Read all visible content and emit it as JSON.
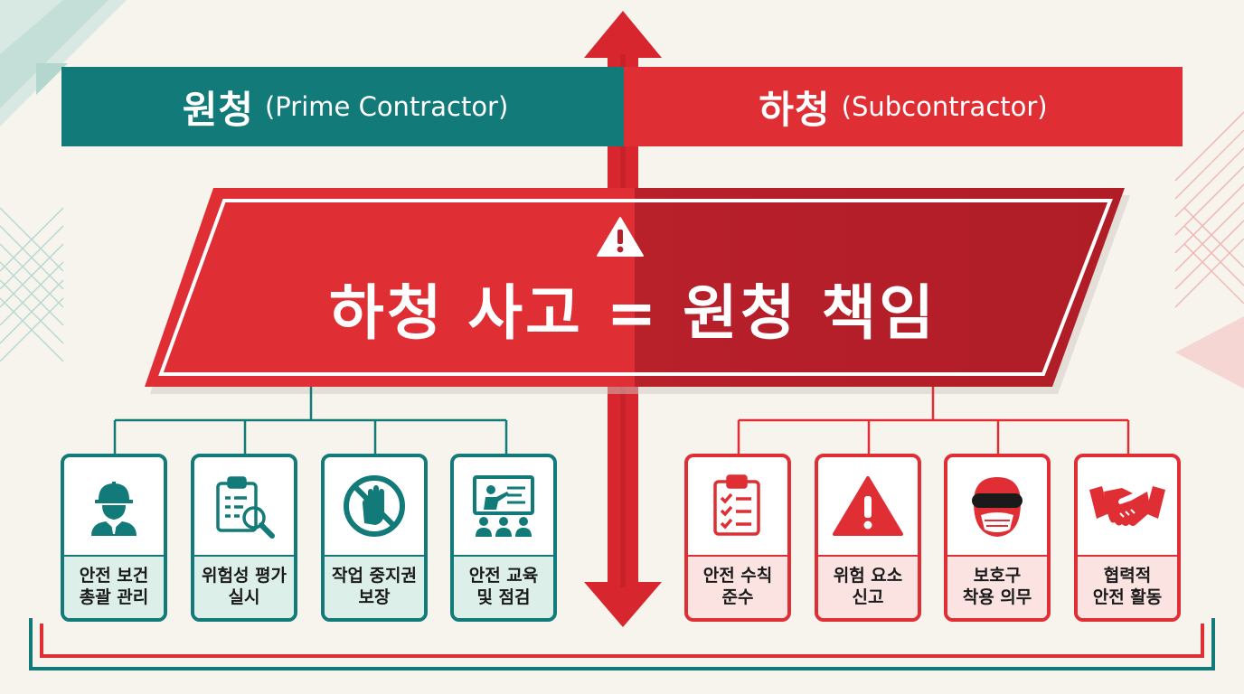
{
  "colors": {
    "prime": "#127a78",
    "sub": "#df2f35",
    "banner_left": "#df2f35",
    "banner_right": "#b8202a",
    "background": "#f7f4ee"
  },
  "headers": {
    "prime": {
      "main": "원청",
      "sub": "(Prime Contractor)"
    },
    "subcontractor": {
      "main": "하청",
      "sub": "(Subcontractor)"
    }
  },
  "banner": {
    "text": "하청 사고 = 원청 책임",
    "icon": "warning-icon"
  },
  "prime_cards": [
    {
      "icon": "worker-helmet-icon",
      "label": "안전 보건\n총괄 관리"
    },
    {
      "icon": "clipboard-search-icon",
      "label": "위험성 평가\n실시"
    },
    {
      "icon": "stop-hand-icon",
      "label": "작업 중지권\n보장"
    },
    {
      "icon": "training-board-icon",
      "label": "안전 교육\n및 점검"
    }
  ],
  "sub_cards": [
    {
      "icon": "checklist-icon",
      "label": "안전 수칙\n준수"
    },
    {
      "icon": "warning-triangle-icon",
      "label": "위험 요소\n신고"
    },
    {
      "icon": "face-mask-goggles-icon",
      "label": "보호구\n착용 의무"
    },
    {
      "icon": "handshake-icon",
      "label": "협력적\n안전 활동"
    }
  ]
}
